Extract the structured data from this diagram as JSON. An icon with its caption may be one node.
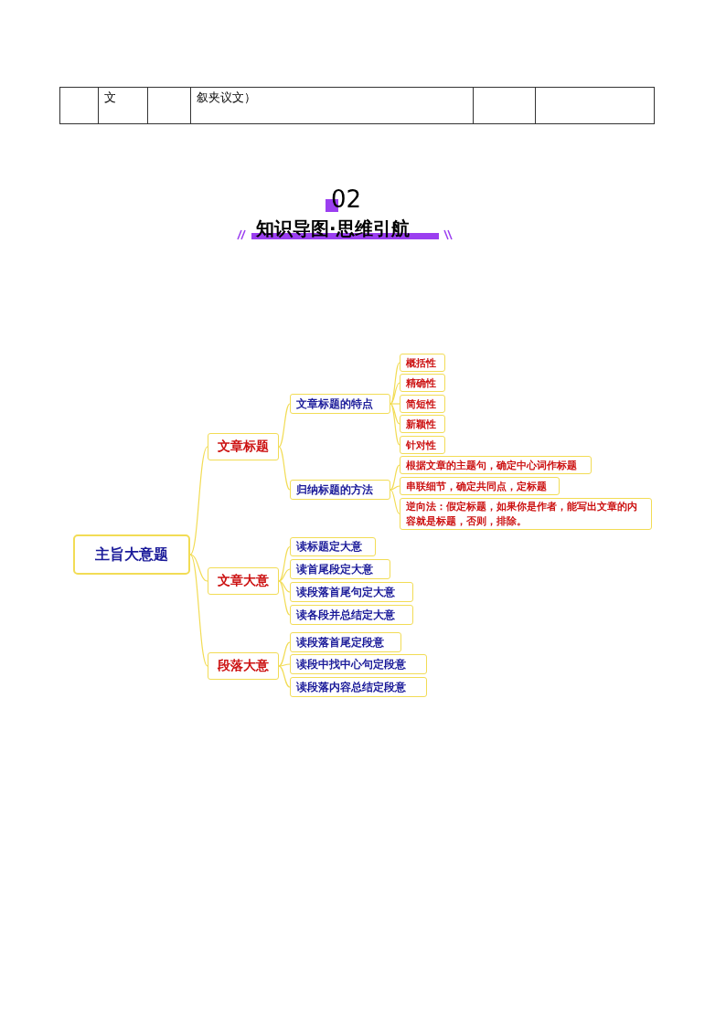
{
  "diagram": {
    "title": "知识导图·思维引航",
    "nodes": [
      {
        "text": [
          "主旨大意题"
        ]
      },
      {
        "text": [
          "文章标题"
        ]
      },
      {
        "text": [
          "文章大意"
        ]
      },
      {
        "text": [
          "段落大意"
        ]
      },
      {
        "text": [
          "文章标题的特点"
        ]
      },
      {
        "text": [
          "归纳标题的方法"
        ]
      },
      {
        "text": [
          "概括性"
        ]
      },
      {
        "text": [
          "精确性"
        ]
      },
      {
        "text": [
          "简短性"
        ]
      },
      {
        "text": [
          "新颖性"
        ]
      },
      {
        "text": [
          "针对性"
        ]
      },
      {
        "text": [
          "根据文章的主题句，确定中心词作标题"
        ]
      },
      {
        "text": [
          "串联细节，确定共同点，定标题"
        ]
      },
      {
        "text": [
          "逆向法：假定标题，如果你是作者，能写出文章的内容就是标题，否则，排除。"
        ]
      },
      {
        "text": [
          "读标题定大意"
        ]
      },
      {
        "text": [
          "读首尾段定大意"
        ]
      },
      {
        "text": [
          "读段落首尾句定大意"
        ]
      },
      {
        "text": [
          "读各段并总结定大意"
        ]
      },
      {
        "text": [
          "读段落首尾定段意"
        ]
      },
      {
        "text": [
          "读段中找中心句定段意"
        ]
      },
      {
        "text": [
          "读段落内容总结定段意"
        ]
      }
    ],
    "edges": [
      {
        "from": 0,
        "to": 1,
        "arrow": "none"
      },
      {
        "from": 0,
        "to": 2,
        "arrow": "none"
      },
      {
        "from": 0,
        "to": 3,
        "arrow": "none"
      },
      {
        "from": 1,
        "to": 4,
        "arrow": "none"
      },
      {
        "from": 1,
        "to": 5,
        "arrow": "none"
      },
      {
        "from": 4,
        "to": 6,
        "arrow": "none"
      },
      {
        "from": 4,
        "to": 7,
        "arrow": "none"
      },
      {
        "from": 4,
        "to": 8,
        "arrow": "none"
      },
      {
        "from": 4,
        "to": 9,
        "arrow": "none"
      },
      {
        "from": 4,
        "to": 10,
        "arrow": "none"
      },
      {
        "from": 5,
        "to": 11,
        "arrow": "none"
      },
      {
        "from": 5,
        "to": 12,
        "arrow": "none"
      },
      {
        "from": 5,
        "to": 13,
        "arrow": "none"
      },
      {
        "from": 2,
        "to": 14,
        "arrow": "none"
      },
      {
        "from": 2,
        "to": 15,
        "arrow": "none"
      },
      {
        "from": 2,
        "to": 16,
        "arrow": "none"
      },
      {
        "from": 2,
        "to": 17,
        "arrow": "none"
      },
      {
        "from": 3,
        "to": 18,
        "arrow": "none"
      },
      {
        "from": 3,
        "to": 19,
        "arrow": "none"
      },
      {
        "from": 3,
        "to": 20,
        "arrow": "none"
      }
    ],
    "labels": [
      "文",
      "叙夹议文）",
      "02"
    ]
  }
}
